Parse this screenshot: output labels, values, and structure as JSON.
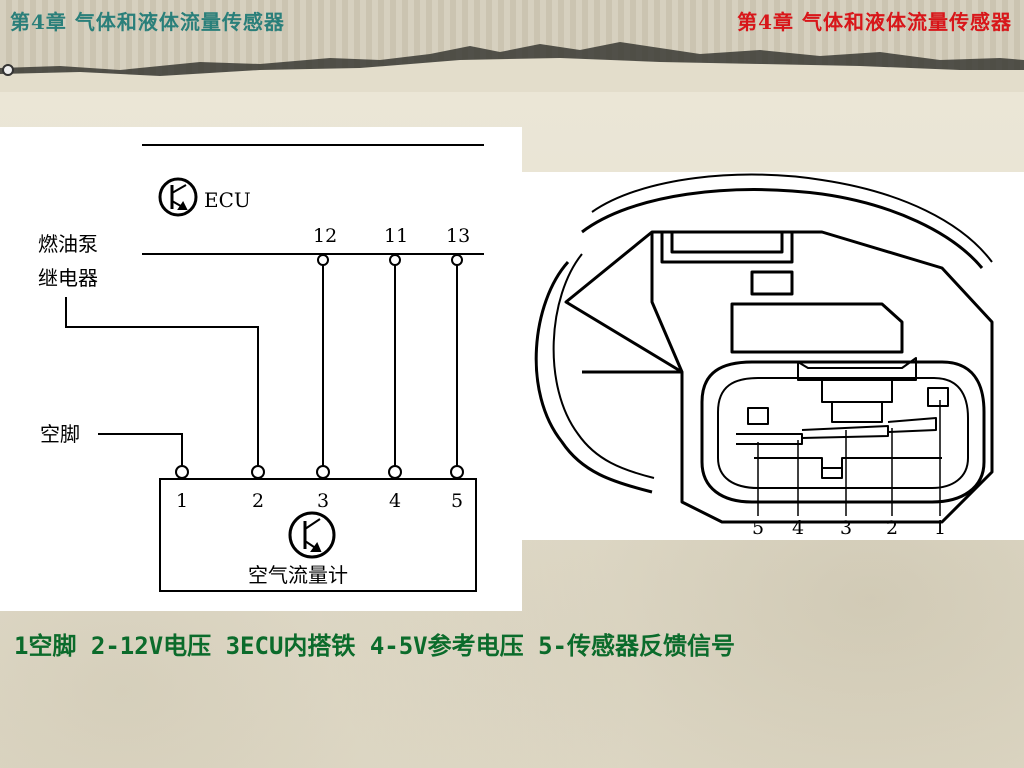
{
  "header": {
    "title_left": "第4章  气体和液体流量传感器",
    "title_right": "第4章  气体和液体流量传感器"
  },
  "wiring": {
    "ecu_label": "ECU",
    "relay_label_line1": "燃油泵",
    "relay_label_line2": "继电器",
    "empty_pin_label": "空脚",
    "ecu_pins": [
      "12",
      "11",
      "13"
    ],
    "meter_pins": [
      "1",
      "2",
      "3",
      "4",
      "5"
    ],
    "meter_label": "空气流量计"
  },
  "connector": {
    "pin_labels": [
      "5",
      "4",
      "3",
      "2",
      "1"
    ]
  },
  "caption": "1空脚 2-12V电压 3ECU内搭铁 4-5V参考电压 5-传感器反馈信号",
  "colors": {
    "title_left": "#2a7f7a",
    "title_right": "#d8161a",
    "caption": "#0b6b2b"
  }
}
